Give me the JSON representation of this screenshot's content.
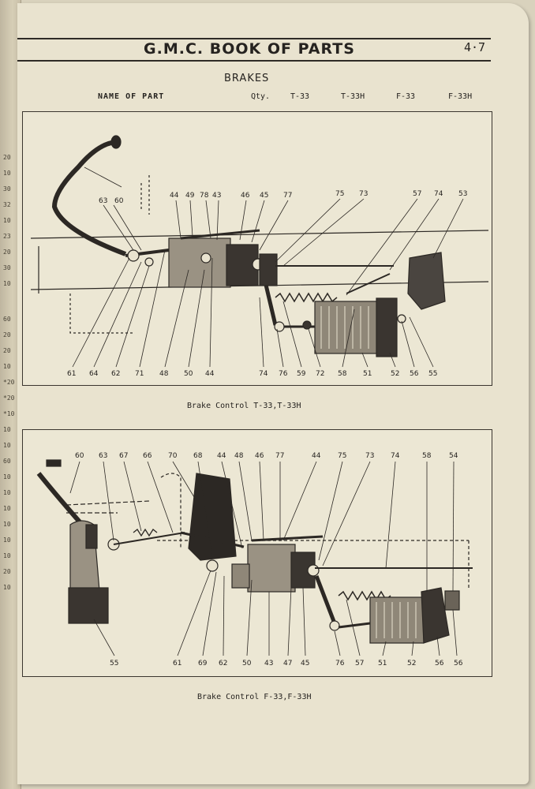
{
  "header": {
    "book_title": "G.M.C. BOOK OF PARTS",
    "page_number": "4·7"
  },
  "section": {
    "title": "BRAKES"
  },
  "columns": {
    "name": "NAME OF PART",
    "qty": "Qty.",
    "t33": "T-33",
    "t33h": "T-33H",
    "f33": "F-33",
    "f33h": "F-33H"
  },
  "figure_1": {
    "caption": "Brake Control  T-33,T-33H",
    "callouts_top": [
      "63",
      "60",
      "44",
      "49",
      "78",
      "43",
      "46",
      "45",
      "77",
      "75",
      "73",
      "57",
      "74",
      "53"
    ],
    "callouts_bottom": [
      "61",
      "64",
      "62",
      "71",
      "48",
      "50",
      "44",
      "74",
      "76",
      "59",
      "72",
      "58",
      "51",
      "52",
      "56",
      "55"
    ]
  },
  "figure_2": {
    "caption": "Brake Control  F-33,F-33H",
    "callouts_top": [
      "60",
      "63",
      "67",
      "66",
      "70",
      "68",
      "44",
      "48",
      "46",
      "77",
      "44",
      "75",
      "73",
      "74",
      "58",
      "54"
    ],
    "callouts_bottom": [
      "55",
      "61",
      "69",
      "62",
      "50",
      "43",
      "47",
      "45",
      "76",
      "57",
      "51",
      "52",
      "56",
      "56"
    ]
  }
}
